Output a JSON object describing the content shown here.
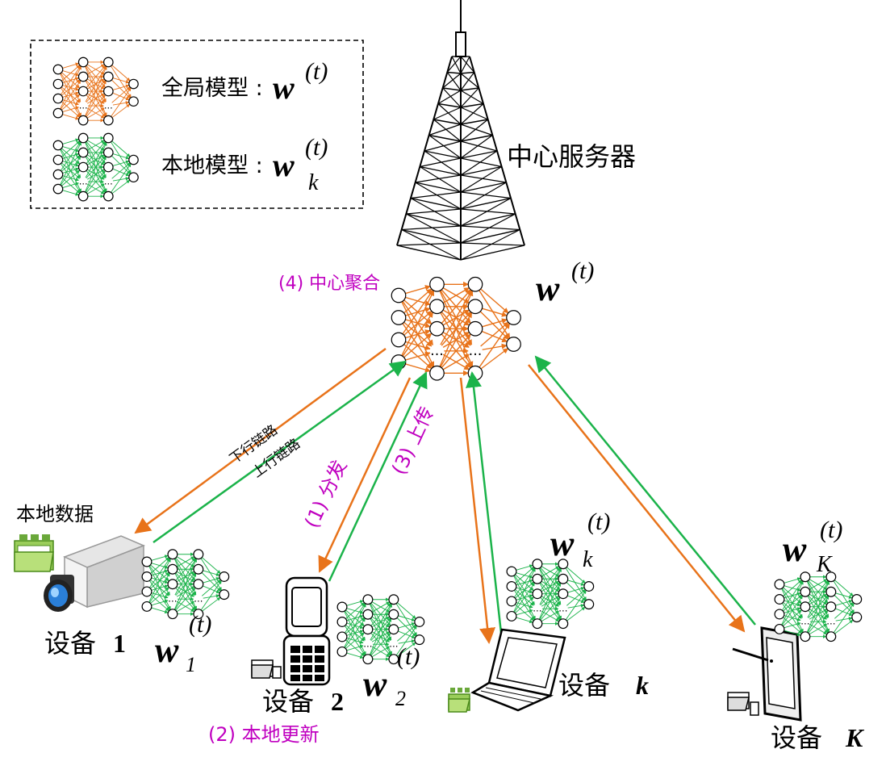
{
  "legend": {
    "global_label": "全局模型 :",
    "global_symbol": "w",
    "global_sup": "(t)",
    "local_label": "本地模型 :",
    "local_symbol": "w",
    "local_sup": "(t)",
    "local_sub": "k"
  },
  "server": {
    "label": "中心服务器",
    "step4": "(4) 中心聚合",
    "symbol": "w",
    "sup": "(t)"
  },
  "links": {
    "downlink": "下行链路",
    "uplink": "上行链路",
    "step1": "(1) 分发",
    "step3": "(3) 上传"
  },
  "devices": [
    {
      "name": "设备 ",
      "index": "1",
      "symbol": "w",
      "sup": "(t)",
      "sub": "1",
      "data_label": "本地数据"
    },
    {
      "name": "设备 ",
      "index": "2",
      "symbol": "w",
      "sup": "(t)",
      "sub": "2",
      "step2": "(2) 本地更新"
    },
    {
      "name": "设备 ",
      "index": "k",
      "symbol": "w",
      "sup": "(t)",
      "sub": "k"
    },
    {
      "name": "设备 ",
      "index": "K",
      "symbol": "w",
      "sup": "(t)",
      "sub": "K"
    }
  ],
  "colors": {
    "global": "#e8731a",
    "local": "#1bb34a",
    "accent_text": "#c000c0",
    "ellipsis": "..."
  }
}
